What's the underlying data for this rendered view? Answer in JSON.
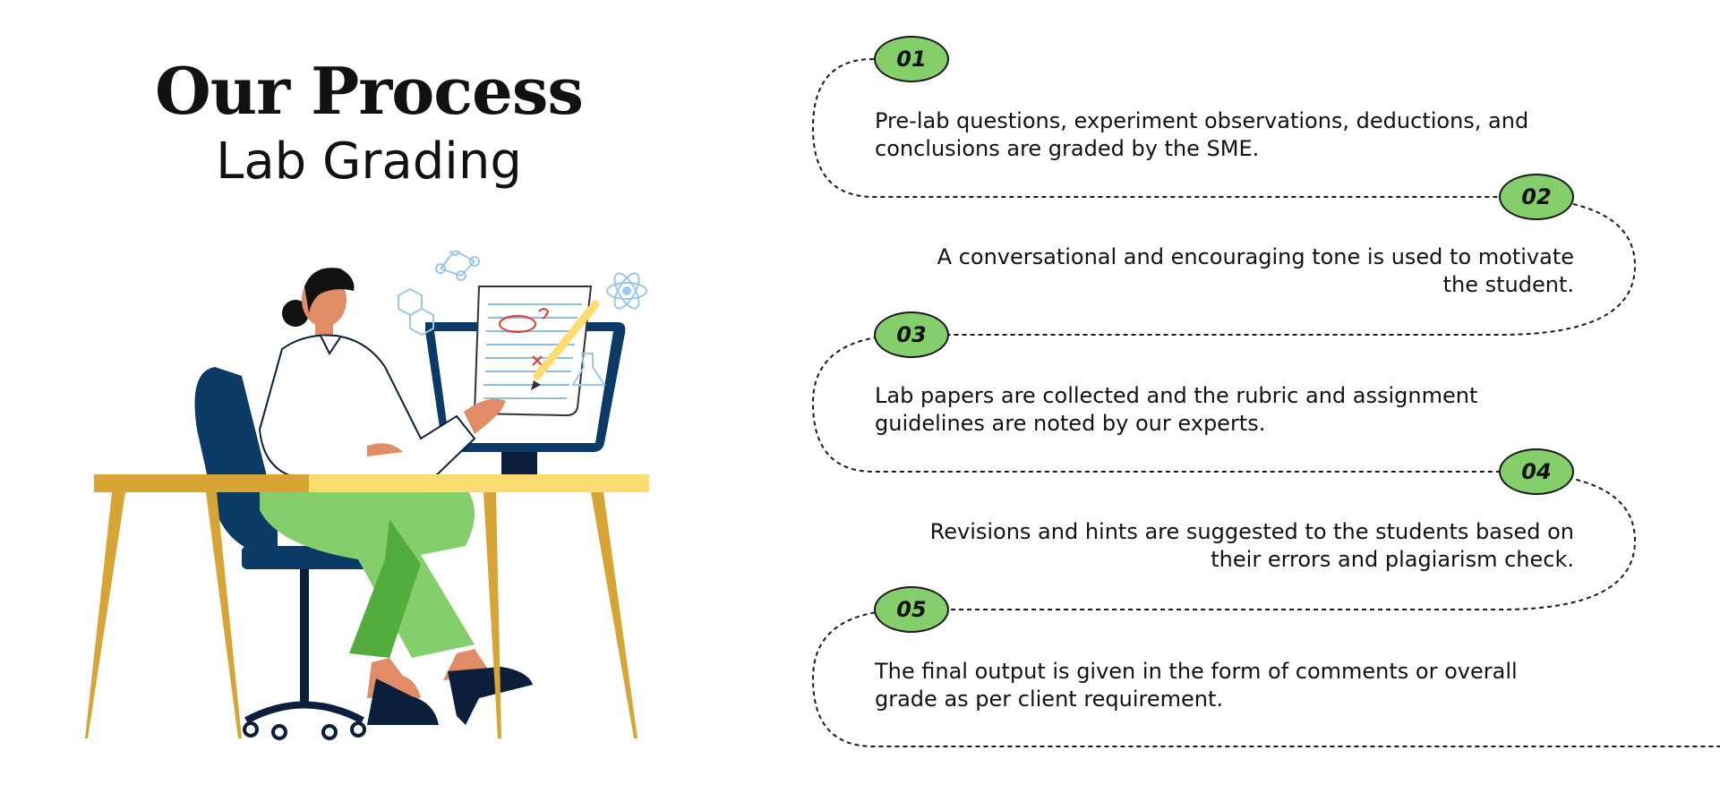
{
  "header": {
    "title": "Our Process",
    "subtitle": "Lab Grading"
  },
  "steps": [
    {
      "number": "01",
      "text": "Pre-lab questions, experiment observations, deductions, and conclusions are graded by the SME."
    },
    {
      "number": "02",
      "text": "A conversational and encouraging tone is used to motivate the student."
    },
    {
      "number": "03",
      "text": "Lab papers are collected and the rubric and assignment guidelines are noted by our experts."
    },
    {
      "number": "04",
      "text": "Revisions and hints are suggested to the students based on their errors and plagiarism check."
    },
    {
      "number": "05",
      "text": "The final output is given in the form of comments or overall grade as per client requirement."
    }
  ],
  "colors": {
    "badge_fill": "#84cf6c",
    "desk_top": "#fddc6f",
    "desk_legs": "#d6a535",
    "chair": "#0b3a66",
    "pants": "#84cf6c",
    "connector": "#1a1a1a"
  },
  "illustration": {
    "icons": [
      "molecule-icon",
      "hexagon-molecule-icon",
      "atom-icon",
      "flask-icon",
      "pencil-icon"
    ]
  }
}
